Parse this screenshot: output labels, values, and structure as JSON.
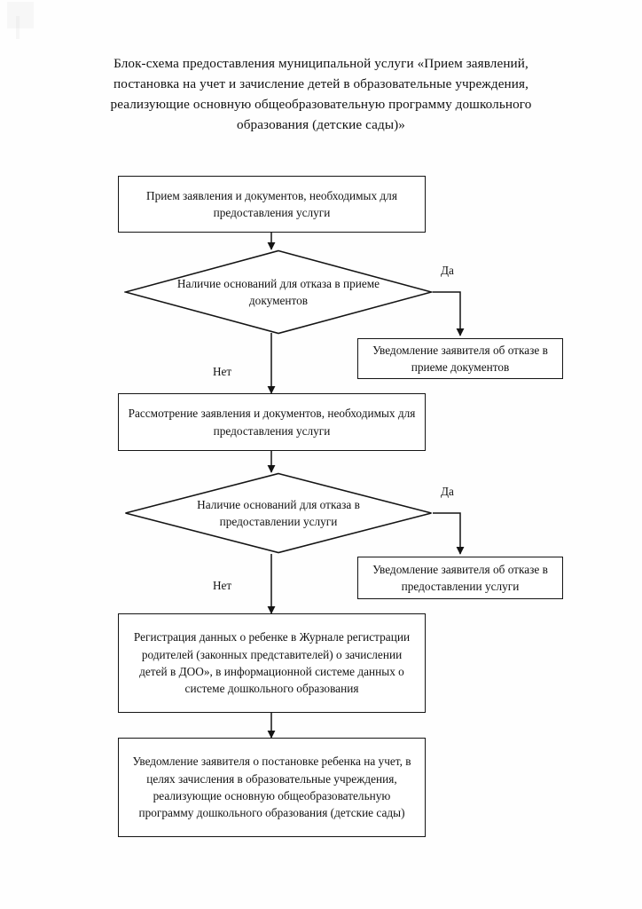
{
  "document": {
    "title_lines": [
      "Блок-схема предоставления муниципальной услуги «Прием заявлений,",
      "постановка на учет и зачисление детей в образовательные учреждения,",
      "реализующие основную общеобразовательную программу дошкольного",
      "образования (детские сады)»"
    ],
    "title_full": "Блок-схема предоставления муниципальной услуги «Прием заявлений, постановка на учет и зачисление детей в образовательные учреждения, реализующие основную общеобразовательную программу дошкольного образования (детские сады)»"
  },
  "flowchart": {
    "type": "flowchart",
    "orientation": "top-to-bottom",
    "ink_color": "#141414",
    "nodes": [
      {
        "id": "n1",
        "shape": "process",
        "text": "Прием заявления и документов, необходимых для предоставления услуги"
      },
      {
        "id": "d1",
        "shape": "decision",
        "text": "Наличие оснований для отказа в приеме документов"
      },
      {
        "id": "n2",
        "shape": "process",
        "text": "Уведомление заявителя об отказе в приеме документов"
      },
      {
        "id": "n3",
        "shape": "process",
        "text": "Рассмотрение заявления и документов, необходимых для предоставления услуги"
      },
      {
        "id": "d2",
        "shape": "decision",
        "text": "Наличие оснований для отказа в предоставлении услуги"
      },
      {
        "id": "n4",
        "shape": "process",
        "text": "Уведомление заявителя  об отказе в предоставлении услуги"
      },
      {
        "id": "n5",
        "shape": "process",
        "text": "Регистрация данных о ребенке в Журнале регистрации родителей (законных представителей) о зачислении детей в ДОО», в информационной системе данных о системе дошкольного образования"
      },
      {
        "id": "n6",
        "shape": "process",
        "text": "Уведомление заявителя о постановке ребенка на учет, в целях зачисления в образовательные учреждения, реализующие основную общеобразовательную программу дошкольного образования (детские сады)"
      }
    ],
    "edges": [
      {
        "id": "e1",
        "from": "n1",
        "to": "d1",
        "label": ""
      },
      {
        "id": "e2",
        "from": "d1",
        "to": "n2",
        "label": "Да"
      },
      {
        "id": "e3",
        "from": "d1",
        "to": "n3",
        "label": "Нет"
      },
      {
        "id": "e4",
        "from": "n3",
        "to": "d2",
        "label": ""
      },
      {
        "id": "e5",
        "from": "d2",
        "to": "n4",
        "label": "Да"
      },
      {
        "id": "e6",
        "from": "d2",
        "to": "n5",
        "label": "Нет"
      },
      {
        "id": "e7",
        "from": "n5",
        "to": "n6",
        "label": ""
      }
    ],
    "labels": {
      "yes_1": "Да",
      "no_1": "Нет",
      "yes_2": "Да",
      "no_2": "Нет"
    }
  }
}
